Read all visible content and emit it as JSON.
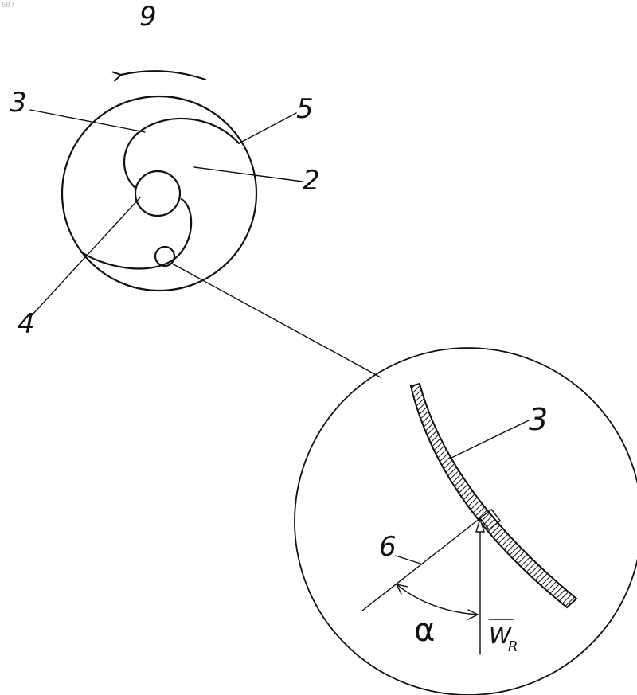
{
  "corner_mark": "687",
  "labels": {
    "rotation": "9",
    "blade_main": "3",
    "edge": "5",
    "disc": "2",
    "hub": "4",
    "blade_detail": "3",
    "normal": "6",
    "angle": "α",
    "velocity": "W",
    "velocity_subscript": "R"
  }
}
